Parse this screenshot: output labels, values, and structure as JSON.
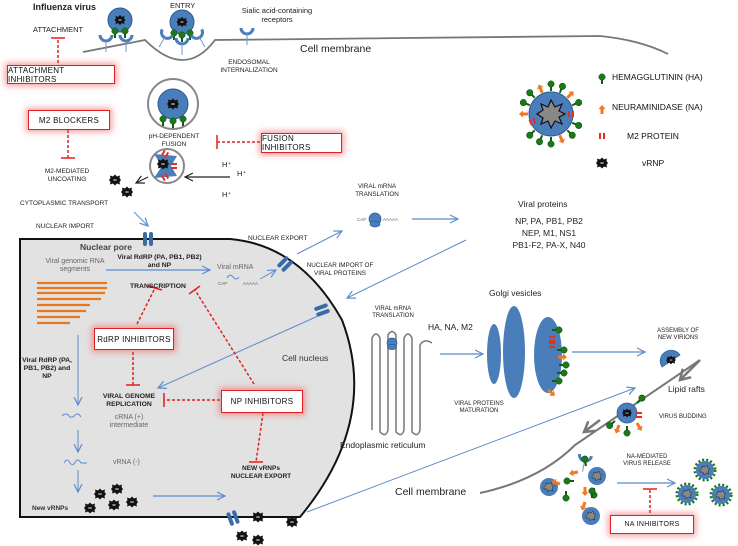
{
  "title": "Influenza virus replication cycle and antiviral targets",
  "labels": {
    "influenza_virus": "Influenza virus",
    "entry": "ENTRY",
    "sialic": "Sialic acid-containing receptors",
    "attachment": "ATTACHMENT",
    "cell_membrane_top": "Cell membrane",
    "endosomal": "ENDOSOMAL INTERNALIZATION",
    "ph_fusion": "pH-DEPENDENT FUSION",
    "h_plus": "H⁺",
    "m2_uncoating": "M2-MEDIATED UNCOATING",
    "cytoplasmic_transport": "CYTOPLASMIC TRANSPORT",
    "nuclear_import": "NUCLEAR IMPORT",
    "nuclear_pore": "Nuclear pore",
    "viral_genomic": "Viral genomic RNA segments",
    "viral_rdrp_top": "Viral RdRP (PA, PB1, PB2)  and NP",
    "transcription": "TRANSCRIPTION",
    "viral_mrna": "Viral mRNA",
    "cap": "CAP",
    "polya": "AAAAA",
    "nuclear_export": "NUCLEAR EXPORT",
    "nuclear_import_proteins": "NUCLEAR IMPORT OF VIRAL PROTEINS",
    "viral_mrna_translation": "VIRAL mRNA TRANSLATION",
    "viral_proteins_title": "Viral proteins",
    "viral_proteins_lines": [
      "NP, PA, PB1, PB2",
      "NEP, M1, NS1",
      "PB1-F2, PA-X, N40"
    ],
    "viral_rdrp_left": "Viral RdRP (PA, PB1, PB2) and NP",
    "viral_genome_replication": "VIRAL GENOME REPLICATION",
    "cell_nucleus": "Cell nucleus",
    "crna": "cRNA (+) intermediate",
    "vrna": "vRNA (-)",
    "new_vrnps": "New vRNPs",
    "new_vrnps_export": "NEW vRNPs NUCLEAR EXPORT",
    "er_translation": "VIRAL mRNA TRANSLATION",
    "ha_na_m2": "HA, NA, M2",
    "golgi": "Golgi vesicles",
    "endoplasmic": "Endoplasmic reticulum",
    "viral_maturation": "VIRAL PROTEINS MATURATION",
    "assembly": "ASSEMBLY OF NEW VIRIONS",
    "lipid_rafts": "Lipid rafts",
    "virus_budding": "VIRUS BUDDING",
    "cell_membrane_bottom": "Cell membrane",
    "na_release": "NA-MEDIATED VIRUS RELEASE"
  },
  "inhibitors": {
    "attachment": "ATTACHMENT  INHIBITORS",
    "m2": "M2  BLOCKERS",
    "fusion": "FUSION  INHIBITORS",
    "rdrp": "RdRP   INHIBITORS",
    "np": "NP   INHIBITORS",
    "na": "NA INHIBITORS"
  },
  "legend": [
    {
      "icon": "hemagglutinin-icon",
      "label": "HEMAGGLUTININ (HA)"
    },
    {
      "icon": "neuraminidase-icon",
      "label": "NEURAMINIDASE (NA)"
    },
    {
      "icon": "m2-protein-icon",
      "label": "M2 PROTEIN"
    },
    {
      "icon": "vrnp-icon",
      "label": "vRNP"
    }
  ],
  "colors": {
    "virion_blue": "#4a7ebb",
    "ha_green": "#1a7a1a",
    "na_orange": "#f07820",
    "m2_red": "#e03020",
    "inhibitor_red": "#e02020",
    "arrow_blue": "#5b8ccc",
    "nucleus_fill": "#e2e2e2",
    "rna_orange": "#e8781e"
  }
}
